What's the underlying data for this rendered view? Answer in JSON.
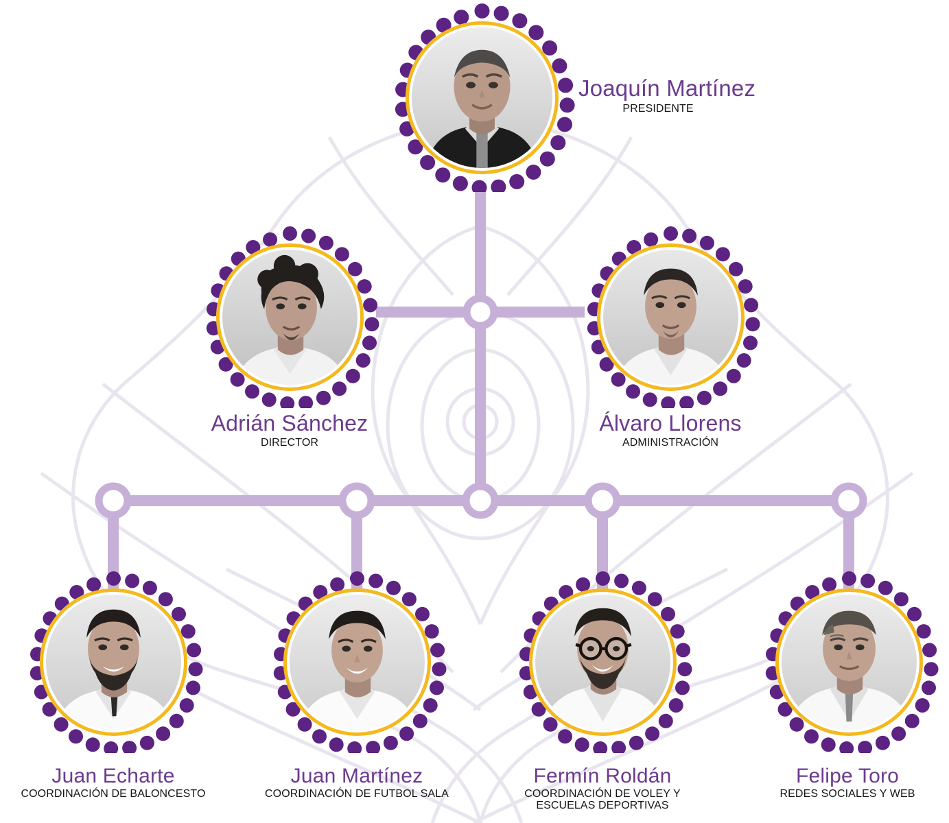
{
  "theme": {
    "purple": "#6b3b8e",
    "dot_purple": "#5c2382",
    "gold": "#f5b91c",
    "connector": "#c6b0d8",
    "watermark": "#e8e4ee",
    "background": "#ffffff",
    "role_text": "#151515"
  },
  "chart_type": "organizational-chart",
  "people": [
    {
      "id": "joaquin-martinez",
      "name": "Joaquín Martínez",
      "role": "PRESIDENTE",
      "level": "president",
      "label_side": "right",
      "avatar_icon": "portrait-photo"
    },
    {
      "id": "adrian-sanchez",
      "name": "Adrián Sánchez",
      "role": "DIRECTOR",
      "level": "director",
      "label_side": "below",
      "avatar_icon": "portrait-photo"
    },
    {
      "id": "alvaro-llorens",
      "name": "Álvaro Llorens",
      "role": "ADMINISTRACIÓN",
      "level": "director",
      "label_side": "below",
      "avatar_icon": "portrait-photo"
    },
    {
      "id": "juan-echarte",
      "name": "Juan Echarte",
      "role": "COORDINACIÓN DE BALONCESTO",
      "role_lines": [
        "COORDINACIÓN DE BALONCESTO"
      ],
      "level": "coordinator",
      "label_side": "below",
      "avatar_icon": "portrait-photo"
    },
    {
      "id": "juan-martinez",
      "name": "Juan Martínez",
      "role": "COORDINACIÓN DE FUTBOL SALA",
      "role_lines": [
        "COORDINACIÓN DE FUTBOL SALA"
      ],
      "level": "coordinator",
      "label_side": "below",
      "avatar_icon": "portrait-photo"
    },
    {
      "id": "fermin-roldan",
      "name": "Fermín Roldán",
      "role": "COORDINACIÓN DE VOLEY Y ESCUELAS DEPORTIVAS",
      "role_lines": [
        "COORDINACIÓN DE VOLEY Y",
        "ESCUELAS DEPORTIVAS"
      ],
      "level": "coordinator",
      "label_side": "below",
      "avatar_icon": "portrait-photo"
    },
    {
      "id": "felipe-toro",
      "name": "Felipe Toro",
      "role": "REDES SOCIALES Y WEB",
      "role_lines": [
        "REDES SOCIALES Y WEB"
      ],
      "level": "coordinator",
      "label_side": "below",
      "avatar_icon": "portrait-photo"
    }
  ]
}
